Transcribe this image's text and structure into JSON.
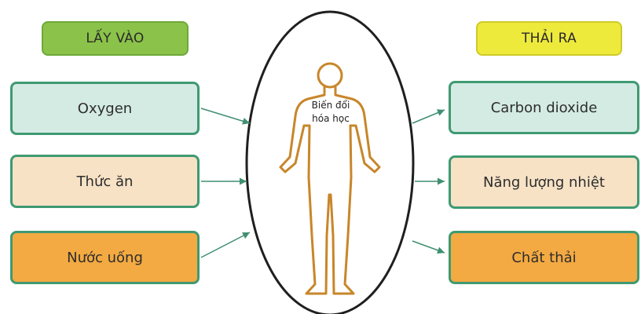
{
  "diagram": {
    "headers": {
      "in": "LẤY VÀO",
      "out": "THẢI RA"
    },
    "inputs": [
      {
        "label": "Oxygen",
        "color": "#d4ebe3"
      },
      {
        "label": "Thức ăn",
        "color": "#f7e2c6"
      },
      {
        "label": "Nước uống",
        "color": "#f4aa42"
      }
    ],
    "outputs": [
      {
        "label": "Carbon dioxide",
        "color": "#d4ebe3"
      },
      {
        "label": "Năng lượng nhiệt",
        "color": "#f7e2c6"
      },
      {
        "label": "Chất thải",
        "color": "#f4aa42"
      }
    ],
    "center": {
      "line1": "Biến đổi",
      "line2": "hóa học"
    },
    "colors": {
      "header_in": "#8bc34a",
      "header_out": "#eeea3c",
      "box_border": "#3f9a72",
      "body_outline": "#c8862a",
      "ellipse": "#1f1f1f",
      "arrow": "#3f8f70"
    }
  }
}
